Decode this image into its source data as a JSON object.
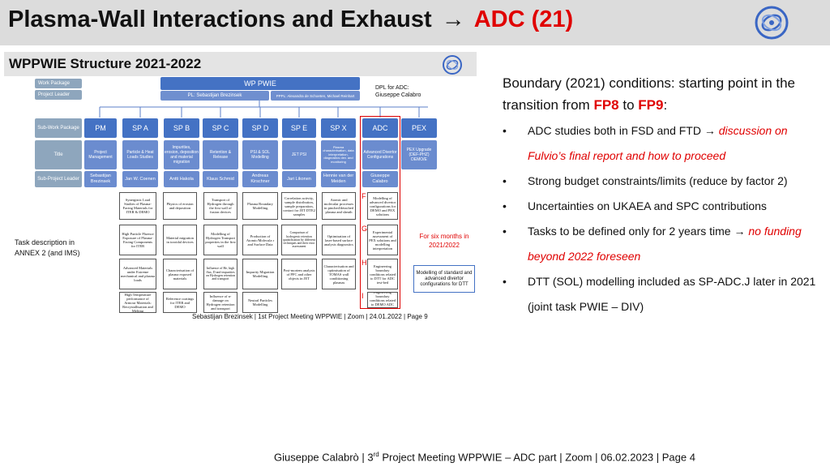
{
  "header": {
    "title_main": "Plasma-Wall Interactions and Exhaust",
    "arrow": "→",
    "title_adc": "ADC (21)",
    "logo_icon": "eurofusion-logo-icon",
    "bar_color": "#dcdcdc"
  },
  "slide": {
    "title": "WPPWIE Structure 2021-2022",
    "logo_icon": "eurofusion-logo-icon",
    "legend": {
      "work_package": "Work Package",
      "project_leader": "Project Leader",
      "sub_work_package": "Sub-Work Package",
      "title": "Title",
      "sub_project_leader": "Sub-Project Leader"
    },
    "wp_title": "WP PWIE",
    "pl": "PL: Sebastijan Brezinsek",
    "ppl": "PPPL: Alexandra de Schoeten, Michael Reinhart",
    "dpl": "DPL for ADC:",
    "dpl_name": "Giuseppe Calabro",
    "columns": [
      {
        "code": "PM",
        "title": "Project Management",
        "leader": "Sebastijan Brezinsek"
      },
      {
        "code": "SP A",
        "title": "Particle & Heat Loads Studies",
        "leader": "Jan W. Coenen"
      },
      {
        "code": "SP B",
        "title": "Impurities, erosion, deposition and material migration",
        "leader": "Antti Hakola"
      },
      {
        "code": "SP C",
        "title": "Retention & Release",
        "leader": "Klaus Schmid"
      },
      {
        "code": "SP D",
        "title": "PSI & SOL Modelling",
        "leader": "Andreas Kirschner"
      },
      {
        "code": "SP E",
        "title": "JET PSI",
        "leader": "Jari Likonen"
      },
      {
        "code": "SP X",
        "title": "Plasma characterisation, data interpretation, diagnostics dev. and monitoring",
        "leader": "Hennie van der Meiden"
      },
      {
        "code": "ADC",
        "title": "Advanced Divertor Configurations",
        "leader": "Giuseppe Calabro"
      },
      {
        "code": "PEX",
        "title": "PEX Upgrade (DEF-PHZ) DEMO/E",
        "leader": ""
      }
    ],
    "tasks": [
      [
        "Synergistic Load Studies of Plasma-Facing Materials for ITER & DEMO",
        "Physics of erosion and deposition",
        "Transport of Hydrogen through the first wall of fusion devices",
        "Plasma Boundary Modelling",
        "Correlation activity, sample distribution, sample preparation, contact for JET DTE2 samples",
        "Atomic and molecular processes in pinched/detached plasma and sheath",
        "Modelling of advanced divertor configurations for DEMO and PEX solutions"
      ],
      [
        "High Particle Fluence Exposure of Plasma-Facing Components for ITER",
        "Material migration in toroidal devices",
        "Modelling of Hydrogen Transport properties in the first wall",
        "Production of Atomic/Molecula r and Surface Data",
        "Comparison of hydrogenic retention quantification by different techniques and their error assessment",
        "Optimisation of laser-based surface analysis diagnostics",
        "Experimental assessment of PEX solutions and modelling interpretation"
      ],
      [
        "Advanced Materials under Extreme mechanical and plasma loads",
        "Characterisation of plasma exposed materials",
        "Influence of He, high flux, D and impurities on Hydrogen retention and transport",
        "Impurity Migration Modelling",
        "Post-mortem analysis of PFC and other objects in JET",
        "Characterisation and optimisation of TOMAS wall conditioning plasmas",
        "Engineering boundary conditions related to DTT for ADC test-bed"
      ],
      [
        "High Temperature performance of Armour Materials: Recrystallisation and Melting",
        "Reference coatings for ITER and DEMO",
        "Influence of n-damage on Hydrogen retention and transport",
        "Neutral Particles Modelling",
        "",
        "",
        "Engineering boundary conditions related to DEMO ADC solution"
      ]
    ],
    "task_letters": [
      "F",
      "G",
      "H",
      "I"
    ],
    "side_note": "Task description in ANNEX 2 (and IMS)",
    "six_months_note": "For six months in 2021/2022",
    "dtt_box": "Modelling of standard and advanced divertor configurations for DTT",
    "signature": "Sebastijan Brezinsek | 1st Project Meeting WPPWIE | Zoom | 24.01.2022 | Page 9"
  },
  "right_text": {
    "intro_1": "Boundary (2021) conditions: starting point in the transition from ",
    "fp8": "FP8",
    "to": " to ",
    "fp9": "FP9",
    "colon": ":",
    "bullets": [
      {
        "pre": "ADC studies both in FSD and FTD ",
        "arrow": "→",
        "italic": " discussion on Fulvio’s final report and how to proceed"
      },
      {
        "pre": "Strong budget constraints/limits (reduce by factor 2)",
        "arrow": "",
        "italic": ""
      },
      {
        "pre": "Uncertainties on UKAEA and SPC contributions",
        "arrow": "",
        "italic": ""
      },
      {
        "pre": "Tasks to be defined only for 2 years time ",
        "arrow": "→",
        "italic": " no funding beyond 2022 foreseen"
      },
      {
        "pre": "DTT (SOL) modelling included as SP-ADC.J later in 2021 (joint task PWIE – DIV)",
        "arrow": "",
        "italic": ""
      }
    ]
  },
  "footer": {
    "before_sup": "Giuseppe Calabrò | 3",
    "sup": "rd",
    "after_sup": " Project Meeting WPPWIE – ADC part | Zoom | 06.02.2023 | Page 4"
  },
  "colors": {
    "accent_red": "#e00000",
    "box_blue": "#4472c4",
    "legend_grey_blue": "#8ea6bd"
  }
}
